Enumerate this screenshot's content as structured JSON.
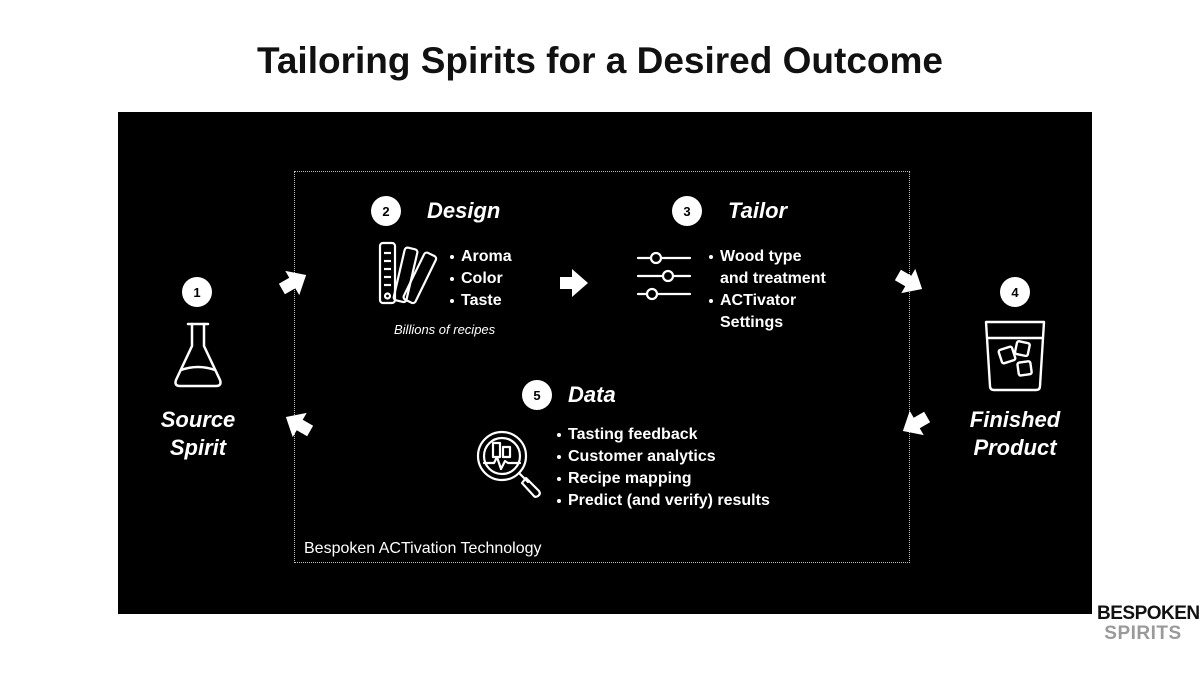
{
  "title": "Tailoring Spirits for a Desired Outcome",
  "colors": {
    "panel_background": "#000000",
    "foreground": "#ffffff",
    "logo_secondary": "#9a9a9a"
  },
  "frame_label": "Bespoken ACTivation Technology",
  "steps": [
    {
      "number": "1",
      "title_lines": [
        "Source",
        "Spirit"
      ],
      "icon": "flask-icon"
    },
    {
      "number": "2",
      "title": "Design",
      "icon": "swatch-fan-icon",
      "bullets": [
        "Aroma",
        "Color",
        "Taste"
      ],
      "caption": "Billions of recipes"
    },
    {
      "number": "3",
      "title": "Tailor",
      "icon": "sliders-icon",
      "bullets": [
        "Wood type and treatment",
        "ACTivator Settings"
      ],
      "bullet_lines": [
        "Wood type",
        "and treatment",
        "ACTivator",
        "Settings"
      ]
    },
    {
      "number": "4",
      "title_lines": [
        "Finished",
        "Product"
      ],
      "icon": "glass-with-ice-icon"
    },
    {
      "number": "5",
      "title": "Data",
      "icon": "magnifier-chart-icon",
      "bullets": [
        "Tasting feedback",
        "Customer analytics",
        "Recipe mapping",
        "Predict (and verify) results"
      ]
    }
  ],
  "logo": {
    "line1": "BESPOKEN",
    "line2": "SPIRITS"
  }
}
